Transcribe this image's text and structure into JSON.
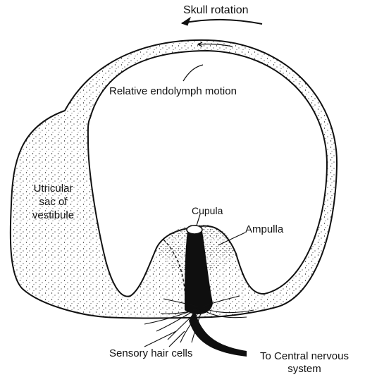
{
  "labels": {
    "skull_rotation": "Skull rotation",
    "relative_endolymph": "Relative endolymph motion",
    "utricular": [
      "Utricular",
      "sac of",
      "vestibule"
    ],
    "cupula": "Cupula",
    "ampulla": "Ampulla",
    "sensory_hair_cells": "Sensory hair cells",
    "to_cns": [
      "To Central nervous",
      "system"
    ]
  },
  "colors": {
    "ink": "#111111",
    "background": "#ffffff"
  }
}
